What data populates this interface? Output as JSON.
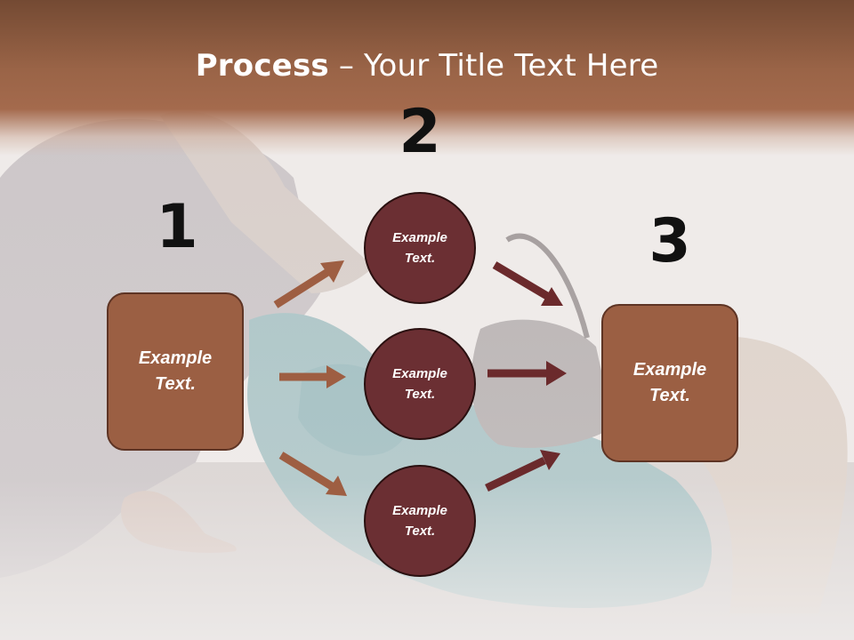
{
  "title": {
    "bold": "Process",
    "rest": " – Your Title Text Here"
  },
  "numbers": {
    "n1": "1",
    "n2": "2",
    "n3": "3"
  },
  "left_box": {
    "line1": "Example",
    "line2": "Text."
  },
  "circles": [
    {
      "line1": "Example",
      "line2": "Text."
    },
    {
      "line1": "Example",
      "line2": "Text."
    },
    {
      "line1": "Example",
      "line2": "Text."
    }
  ],
  "right_box": {
    "line1": "Example",
    "line2": "Text."
  },
  "colors": {
    "header": "#9a6447",
    "box_fill": "#9b5f43",
    "circle_fill": "#6b2f33",
    "arrow_light": "#9e5e42",
    "arrow_dark": "#6b2a2c"
  }
}
